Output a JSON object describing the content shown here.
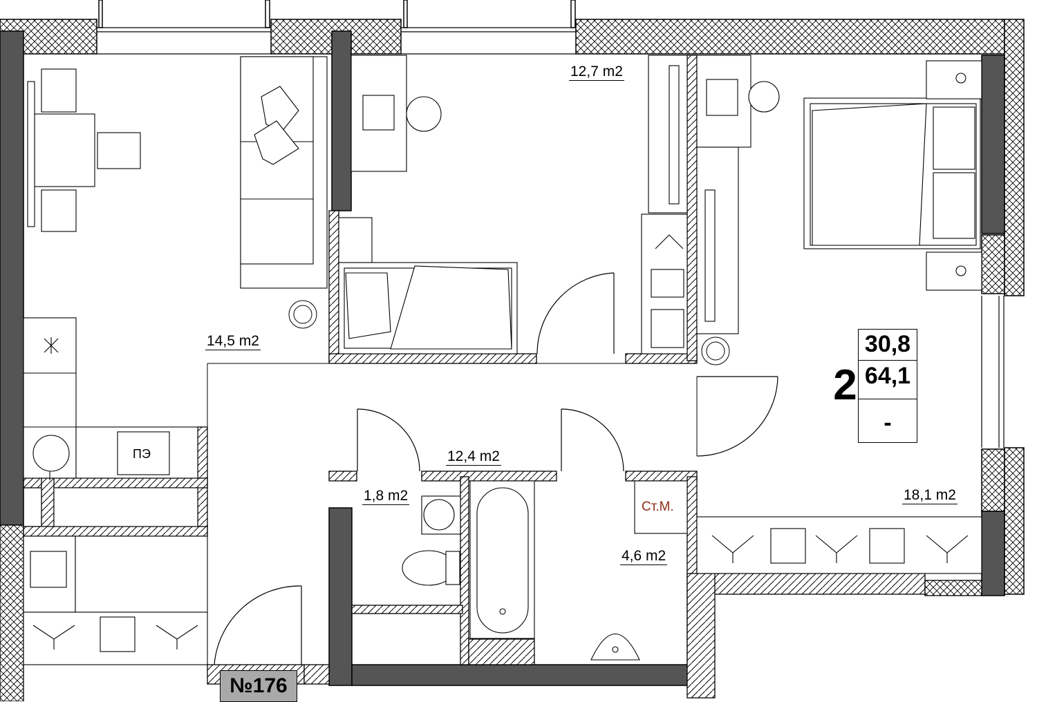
{
  "rooms": {
    "living": "14,5 m2",
    "bedroom_small": "12,7 m2",
    "hall": "12,4 m2",
    "wc": "1,8 m2",
    "bathroom": "4,6 m2",
    "bedroom_large": "18,1 m2"
  },
  "summary": {
    "rooms_count": "2",
    "living_area": "30,8",
    "total_area": "64,1",
    "extra": "-"
  },
  "appliances": {
    "stove": "ПЭ",
    "washer": "Ст.М."
  },
  "apartment_number": "№176",
  "colors": {
    "wall_dark": "#555555",
    "hatch": "#000000",
    "plate_bg": "#a9a9a9",
    "washer_text": "#8b2e16"
  }
}
